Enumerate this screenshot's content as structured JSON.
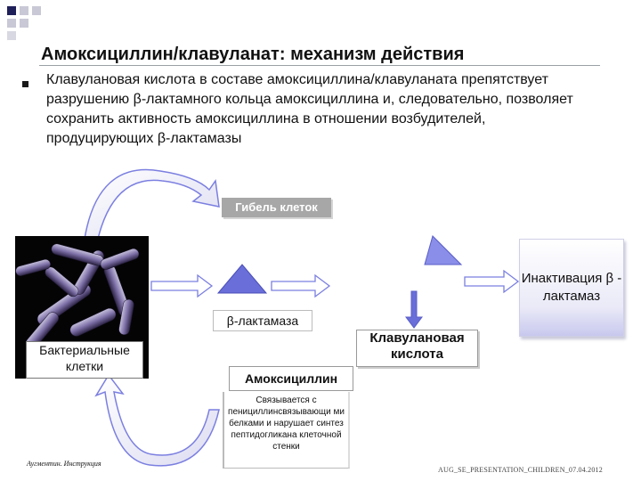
{
  "header": {
    "title": "Амоксициллин/клавуланат: механизм действия"
  },
  "body": {
    "text": "Клавулановая кислота в составе амоксициллина/клавуланата препятствует разрушению β-лактамного кольца амоксициллина и, следовательно, позволяет сохранить активность амоксициллина в отношении возбудителей, продуцирующих β-лактамазы"
  },
  "diagram": {
    "cell_death": "Гибель клеток",
    "bacterial_cells": "Бактериальные клетки",
    "beta_lactamase": "β-лактамаза",
    "clavulanic_acid": "Клавулановая кислота",
    "amoxicillin": "Амоксициллин",
    "amoxicillin_desc": "Связывается с пенициллинсвязывающи ми белками и нарушает синтез пептидогликана клеточной стенки",
    "inactivation": "Инактивация β - лактамаз"
  },
  "footer": {
    "left": "Аугментин. Инструкция",
    "right": "AUG_SE_PRESENTATION_CHILDREN_07.04.2012"
  },
  "colors": {
    "arrow_blue": "#7b7fe0",
    "triangle_blue": "#6a6ed8",
    "title_text": "#111111"
  }
}
